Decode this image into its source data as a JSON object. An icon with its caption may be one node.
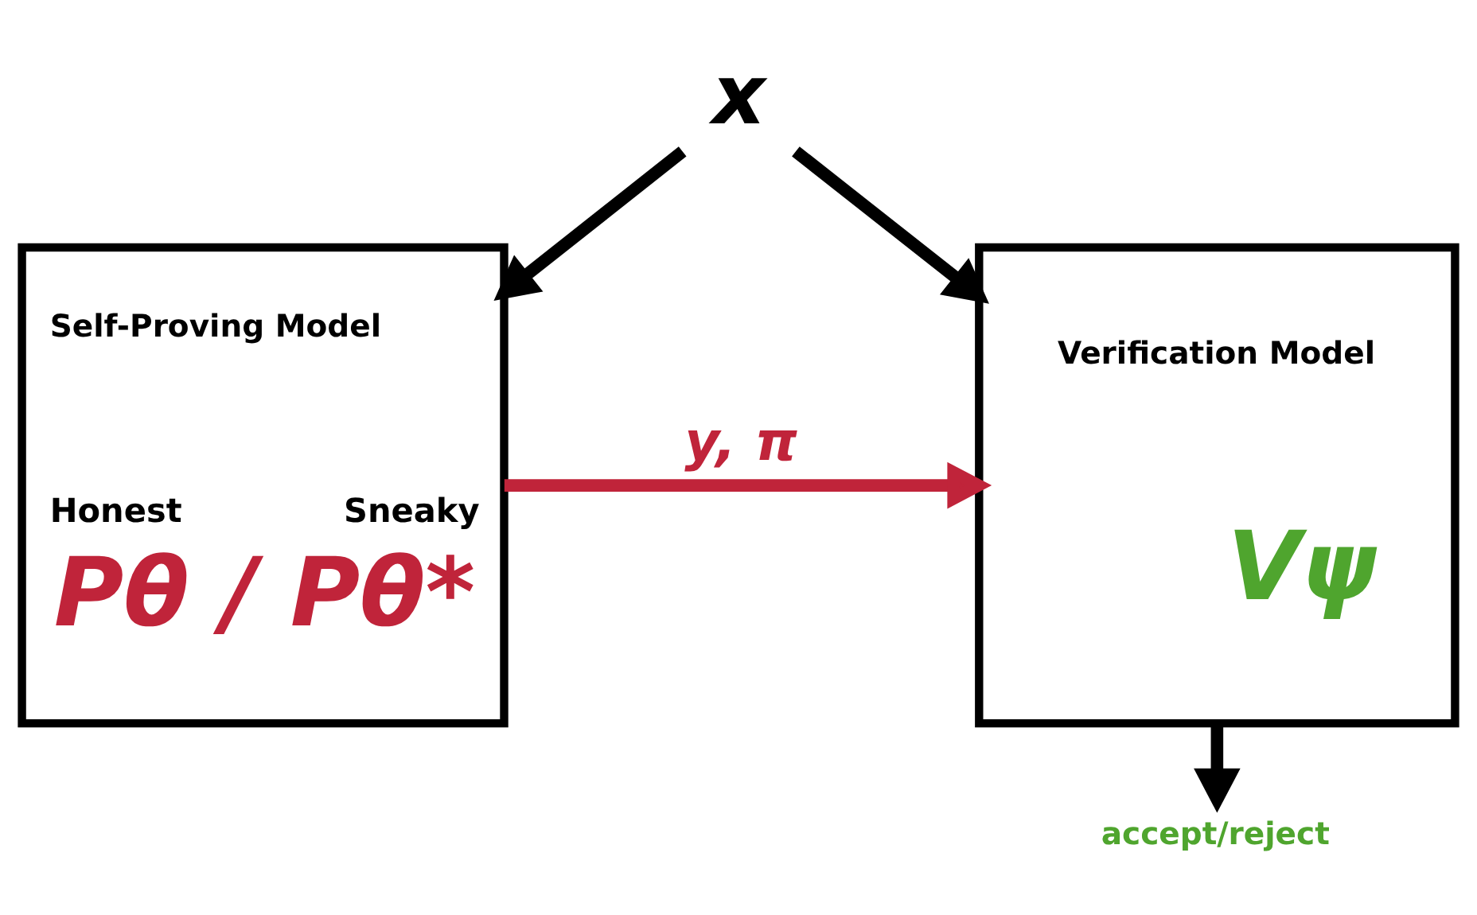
{
  "diagram": {
    "nodes": [
      {
        "text": [
          "x"
        ]
      },
      {
        "text": [
          "Self-Proving Model",
          "Honest",
          "Sneaky",
          "Pθ / Pθ*"
        ]
      },
      {
        "text": [
          "Verification Model",
          "Vψ"
        ]
      },
      {
        "text": [
          "accept/reject"
        ]
      }
    ],
    "edges": [
      {
        "from": 0,
        "to": 1,
        "arrow": "to"
      },
      {
        "from": 0,
        "to": 2,
        "arrow": "to"
      },
      {
        "from": 1,
        "to": 2,
        "arrow": "to",
        "label": "y, π",
        "color": "#c0243a"
      },
      {
        "from": 2,
        "to": 3,
        "arrow": "to"
      }
    ]
  }
}
